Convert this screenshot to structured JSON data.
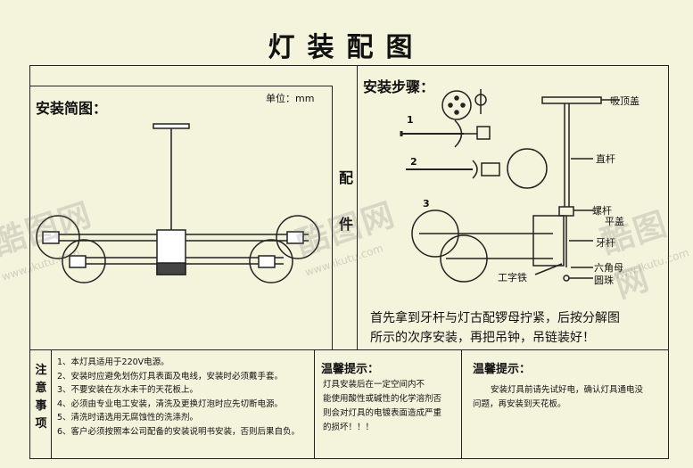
{
  "title": "灯装配图",
  "left_panel": {
    "heading": "安装简图：",
    "unit": "单位：mm"
  },
  "divider_label": [
    "配",
    "件"
  ],
  "right_panel": {
    "heading": "安装步骤：",
    "steps": [
      "1",
      "2",
      "3"
    ],
    "parts": {
      "ceiling_cover": "吸顶盖",
      "rod": "直杆",
      "screw_rod": "螺杆",
      "flat_cover": "平盖",
      "tooth_rod": "牙杆",
      "i_iron": "工字铁",
      "hex_nut": "六角母",
      "round_bead": "圆珠"
    },
    "instructions": [
      "首先拿到牙杆与灯古配锣母拧紧，后按分解图",
      "所示的次序安装，再把吊钟，吊链装好！"
    ]
  },
  "notes": {
    "label": [
      "注",
      "意",
      "事",
      "项"
    ],
    "items": [
      "1、本灯具适用于220V电源。",
      "2、安装时应避免划伤灯具表面及电线，安装时必须戴手套。",
      "3、不要安装在灰水未干的天花板上。",
      "4、必须由专业电工安装，清洗及更换灯泡时应先切断电源。",
      "5、清洗时请选用无腐蚀性的洗涤剂。",
      "6、客户必须按照本公司配备的安装说明书安装，否则后果自负。"
    ]
  },
  "warning1": {
    "title": "温馨提示：",
    "lines": [
      "灯具安装后在一定空间内不",
      "能使用酸性或碱性的化学溶剂否",
      "则会对灯具的电镀表面造成严重",
      "的损坏！！！"
    ]
  },
  "warning2": {
    "title": "温馨提示：",
    "lines": [
      "安装灯具前请先试好电，确认灯具通电没",
      "问题，再安装到天花板。"
    ]
  },
  "watermark": {
    "brand": "酷图网",
    "url": "www.ikutu.com"
  }
}
